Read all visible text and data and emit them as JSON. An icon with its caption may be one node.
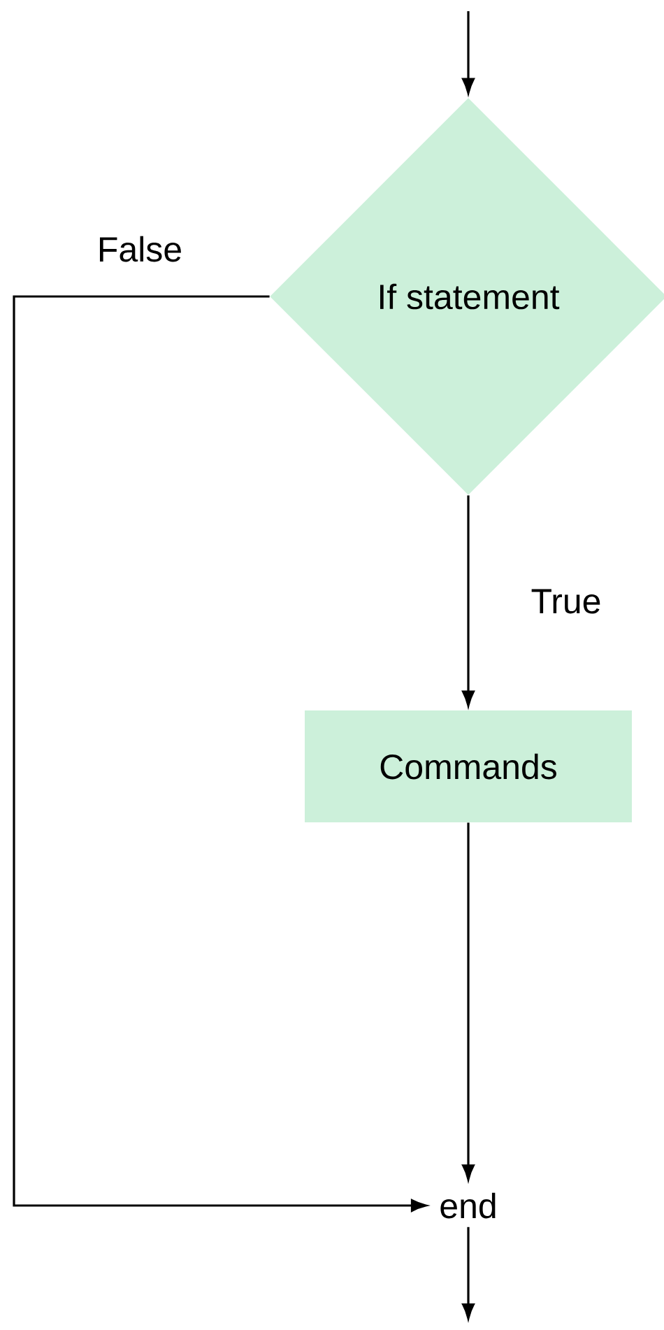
{
  "diagram": {
    "nodes": [
      {
        "text": [
          "If statement"
        ]
      },
      {
        "text": [
          "Commands"
        ]
      },
      {
        "text": [
          "end"
        ]
      }
    ],
    "edges": [
      {
        "from": null,
        "to": 0,
        "arrow": "to"
      },
      {
        "from": 0,
        "to": 2,
        "arrow": "to",
        "label": "False"
      },
      {
        "from": 0,
        "to": 1,
        "arrow": "to",
        "label": "True"
      },
      {
        "from": 1,
        "to": 2,
        "arrow": "to"
      },
      {
        "from": 2,
        "to": null,
        "arrow": "to"
      }
    ]
  }
}
